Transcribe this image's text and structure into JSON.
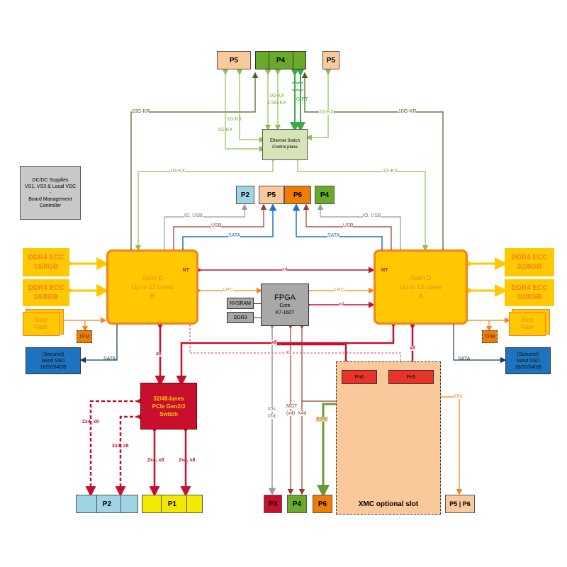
{
  "top": {
    "p5_left": "P5",
    "p4": "P4",
    "p5_right": "P5"
  },
  "ethernet_switch": {
    "line1": "Ethernet Switch",
    "line2": "Control plane"
  },
  "supplies": {
    "line1": "DC/DC Supplies",
    "line2": "VS1, VS3 & Local VDC",
    "line3": "-",
    "line4": "Board Management",
    "line5": "Controller"
  },
  "mid_connectors": {
    "p2": "P2",
    "p5": "P5",
    "p6": "P6",
    "p4": "P4"
  },
  "cpu_b": {
    "line1": "Xeon D",
    "line2": "Up to 12 cores",
    "line3": "B",
    "nt": "NT"
  },
  "cpu_a": {
    "line1": "Xeon D",
    "line2": "Up to 12 cores",
    "line3": "A",
    "nt": "NT"
  },
  "ddr_left_1": {
    "line1": "DDR4 ECC",
    "line2": "16/8GB"
  },
  "ddr_left_2": {
    "line1": "DDR4 ECC",
    "line2": "16/8GB"
  },
  "ddr_right_1": {
    "line1": "DDR4 ECC",
    "line2": "32/8GB"
  },
  "ddr_right_2": {
    "line1": "DDR4 ECC",
    "line2": "32/8GB"
  },
  "boot_flash_left": {
    "line1": "Boot",
    "line2": "Flash"
  },
  "boot_flash_right": {
    "line1": "Boot",
    "line2": "Flash"
  },
  "tpm_left": "TPM",
  "tpm_right": "TPM",
  "ssd_left": {
    "line1": "(Secured)",
    "line2": "Nand SSD",
    "line3": "16/32/64GB"
  },
  "ssd_right": {
    "line1": "(Secured)",
    "line2": "Nand SSD",
    "line3": "16/32/64GB"
  },
  "fpga": {
    "line1": "FPGA",
    "line2": "Core",
    "line3": "K7-160T",
    "nvsram": "NVSRAM",
    "ddr3": "DDR3"
  },
  "pcie_switch": {
    "line1": "32/48-lanes",
    "line2": "PCIe Gen2/3",
    "line3": "Switch"
  },
  "xmc": {
    "title": "XMC optional slot",
    "pn6": "Pn6",
    "pn5": "Pn5"
  },
  "bottom": {
    "p2": "P2",
    "p1": "P1",
    "p3": "P3",
    "p4": "P4",
    "p6": "P6",
    "p5p6": "P5 | P6"
  },
  "labels": {
    "tenG_kr_left": "10G-KR",
    "tenG_kr_right": "10G-KR",
    "oneG_kx_a": "1G-KX",
    "oneG_kx_b": "1G-KX",
    "oneG_kx_c": "1G-KX",
    "twoG_kx": "2.5G-KX",
    "oneG_bt": "1G-BT",
    "oneG_kx_d": "1G-KX",
    "oneG_kx_left": "1G-KX",
    "oneG_kx_right": "1G-KX",
    "io_usb_left": "IO, USB",
    "usb_left": "USB",
    "sata_left": "SATA",
    "io_usb_right": "IO, USB",
    "usb_right": "USB",
    "sata_right": "SATA",
    "x4_top": "x4",
    "lpc_left": "LPC",
    "lpc_right": "LPC",
    "x4_fpga": "x4",
    "x8_left": "x8",
    "x8_mid": "x8",
    "x1": "x1",
    "x8_right": "x8",
    "sata_ssd_left": "SATA",
    "sata_ssd_right": "SATA",
    "p2_lane_a": "2x4, x8",
    "p2_lane_b": "2x4, x8",
    "p1_lane_a": "2x4, x8",
    "p1_lane_b": "2x4, x8",
    "ios": "IOs",
    "ios16": "16d",
    "mgt": "MGT",
    "mgt_x4": "(x4)",
    "x4d": "X4d",
    "x20d": "X20d",
    "x9s": "X9s"
  },
  "colors": {
    "cpu_fill": "#ffc800",
    "cpu_border": "#f5821f",
    "ddr_text": "#f5821f",
    "switch_red": "#c8102e",
    "connector_peach": "#f9c89b",
    "connector_green": "#6aaa2a",
    "connector_blue": "#9fd4e4",
    "connector_orange": "#f07d00",
    "connector_yellow": "#f4e800",
    "ssd_blue": "#1e73be",
    "fpga_grey": "#a8a8a8",
    "eth_green": "#d6e4b8",
    "line_green": "#8cc152",
    "line_olive": "#4a5a20",
    "line_blue": "#1e73be",
    "line_brown": "#9b3a28",
    "line_grey": "#999999"
  }
}
